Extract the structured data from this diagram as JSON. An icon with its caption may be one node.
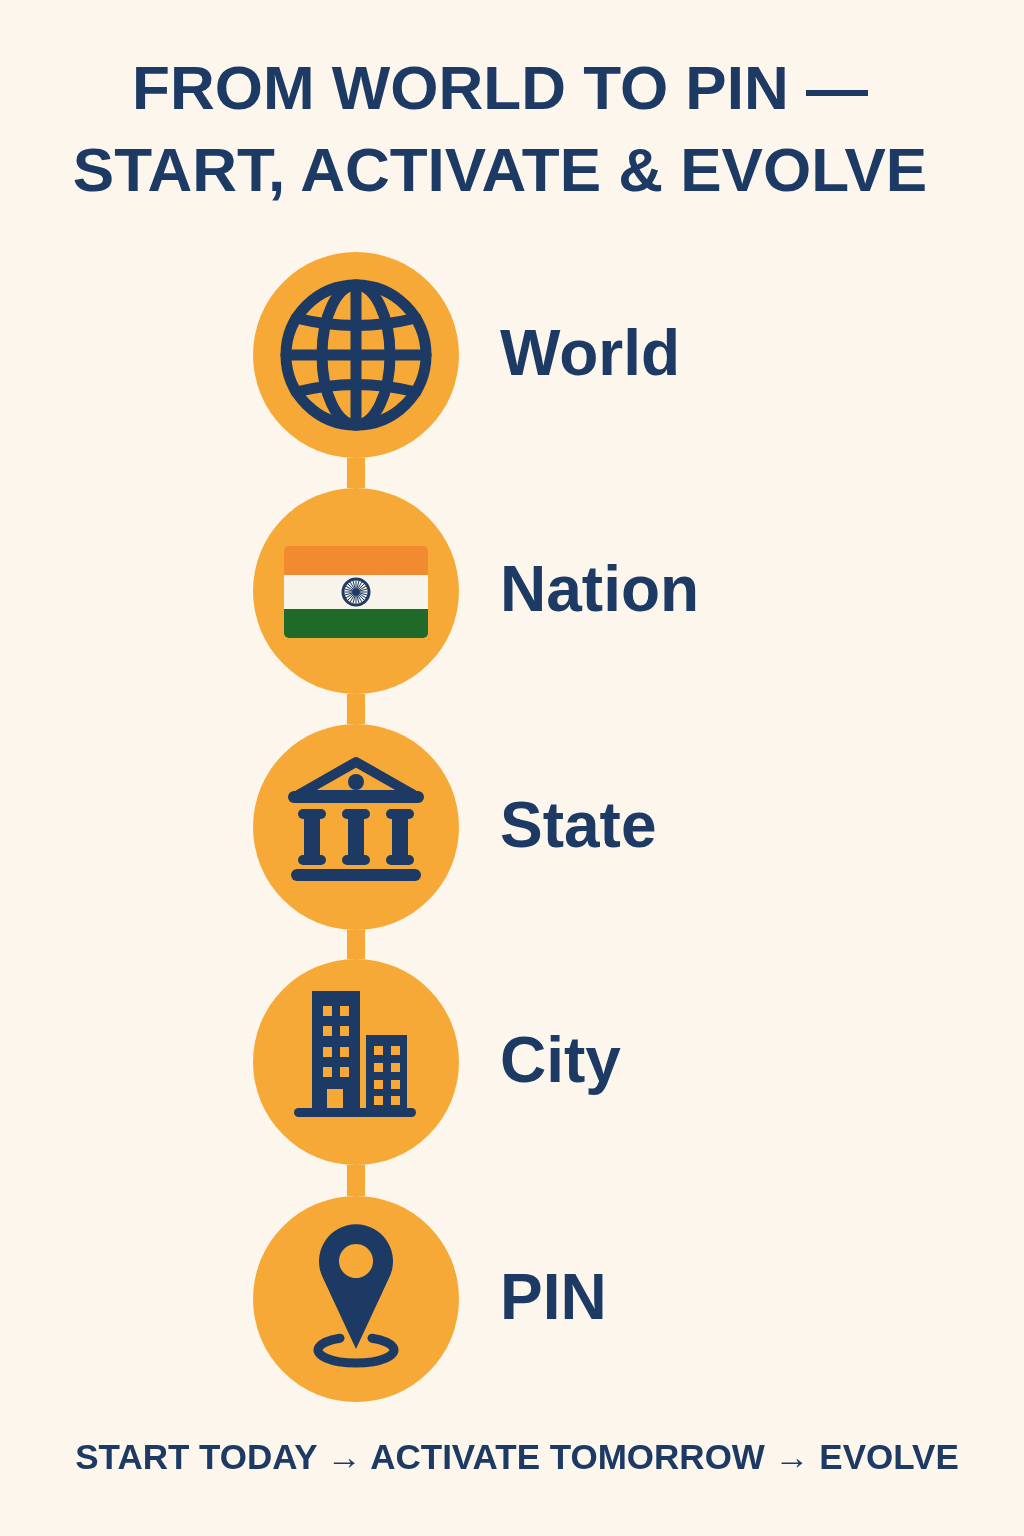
{
  "diagram": {
    "title": "FROM WORLD TO PIN — START, ACTIVATE & EVOLVE",
    "nodes": [
      {
        "text": [
          "World"
        ]
      },
      {
        "text": [
          "Nation"
        ]
      },
      {
        "text": [
          "State"
        ]
      },
      {
        "text": [
          "City"
        ]
      },
      {
        "text": [
          "PIN"
        ]
      }
    ],
    "edges": [
      {
        "from": 0,
        "to": 1,
        "arrow": "none"
      },
      {
        "from": 1,
        "to": 2,
        "arrow": "none"
      },
      {
        "from": 2,
        "to": 3,
        "arrow": "none"
      },
      {
        "from": 3,
        "to": 4,
        "arrow": "none"
      }
    ],
    "labels": [
      "START TODAY → ACTIVATE TOMORROW → EVOLVE"
    ]
  }
}
